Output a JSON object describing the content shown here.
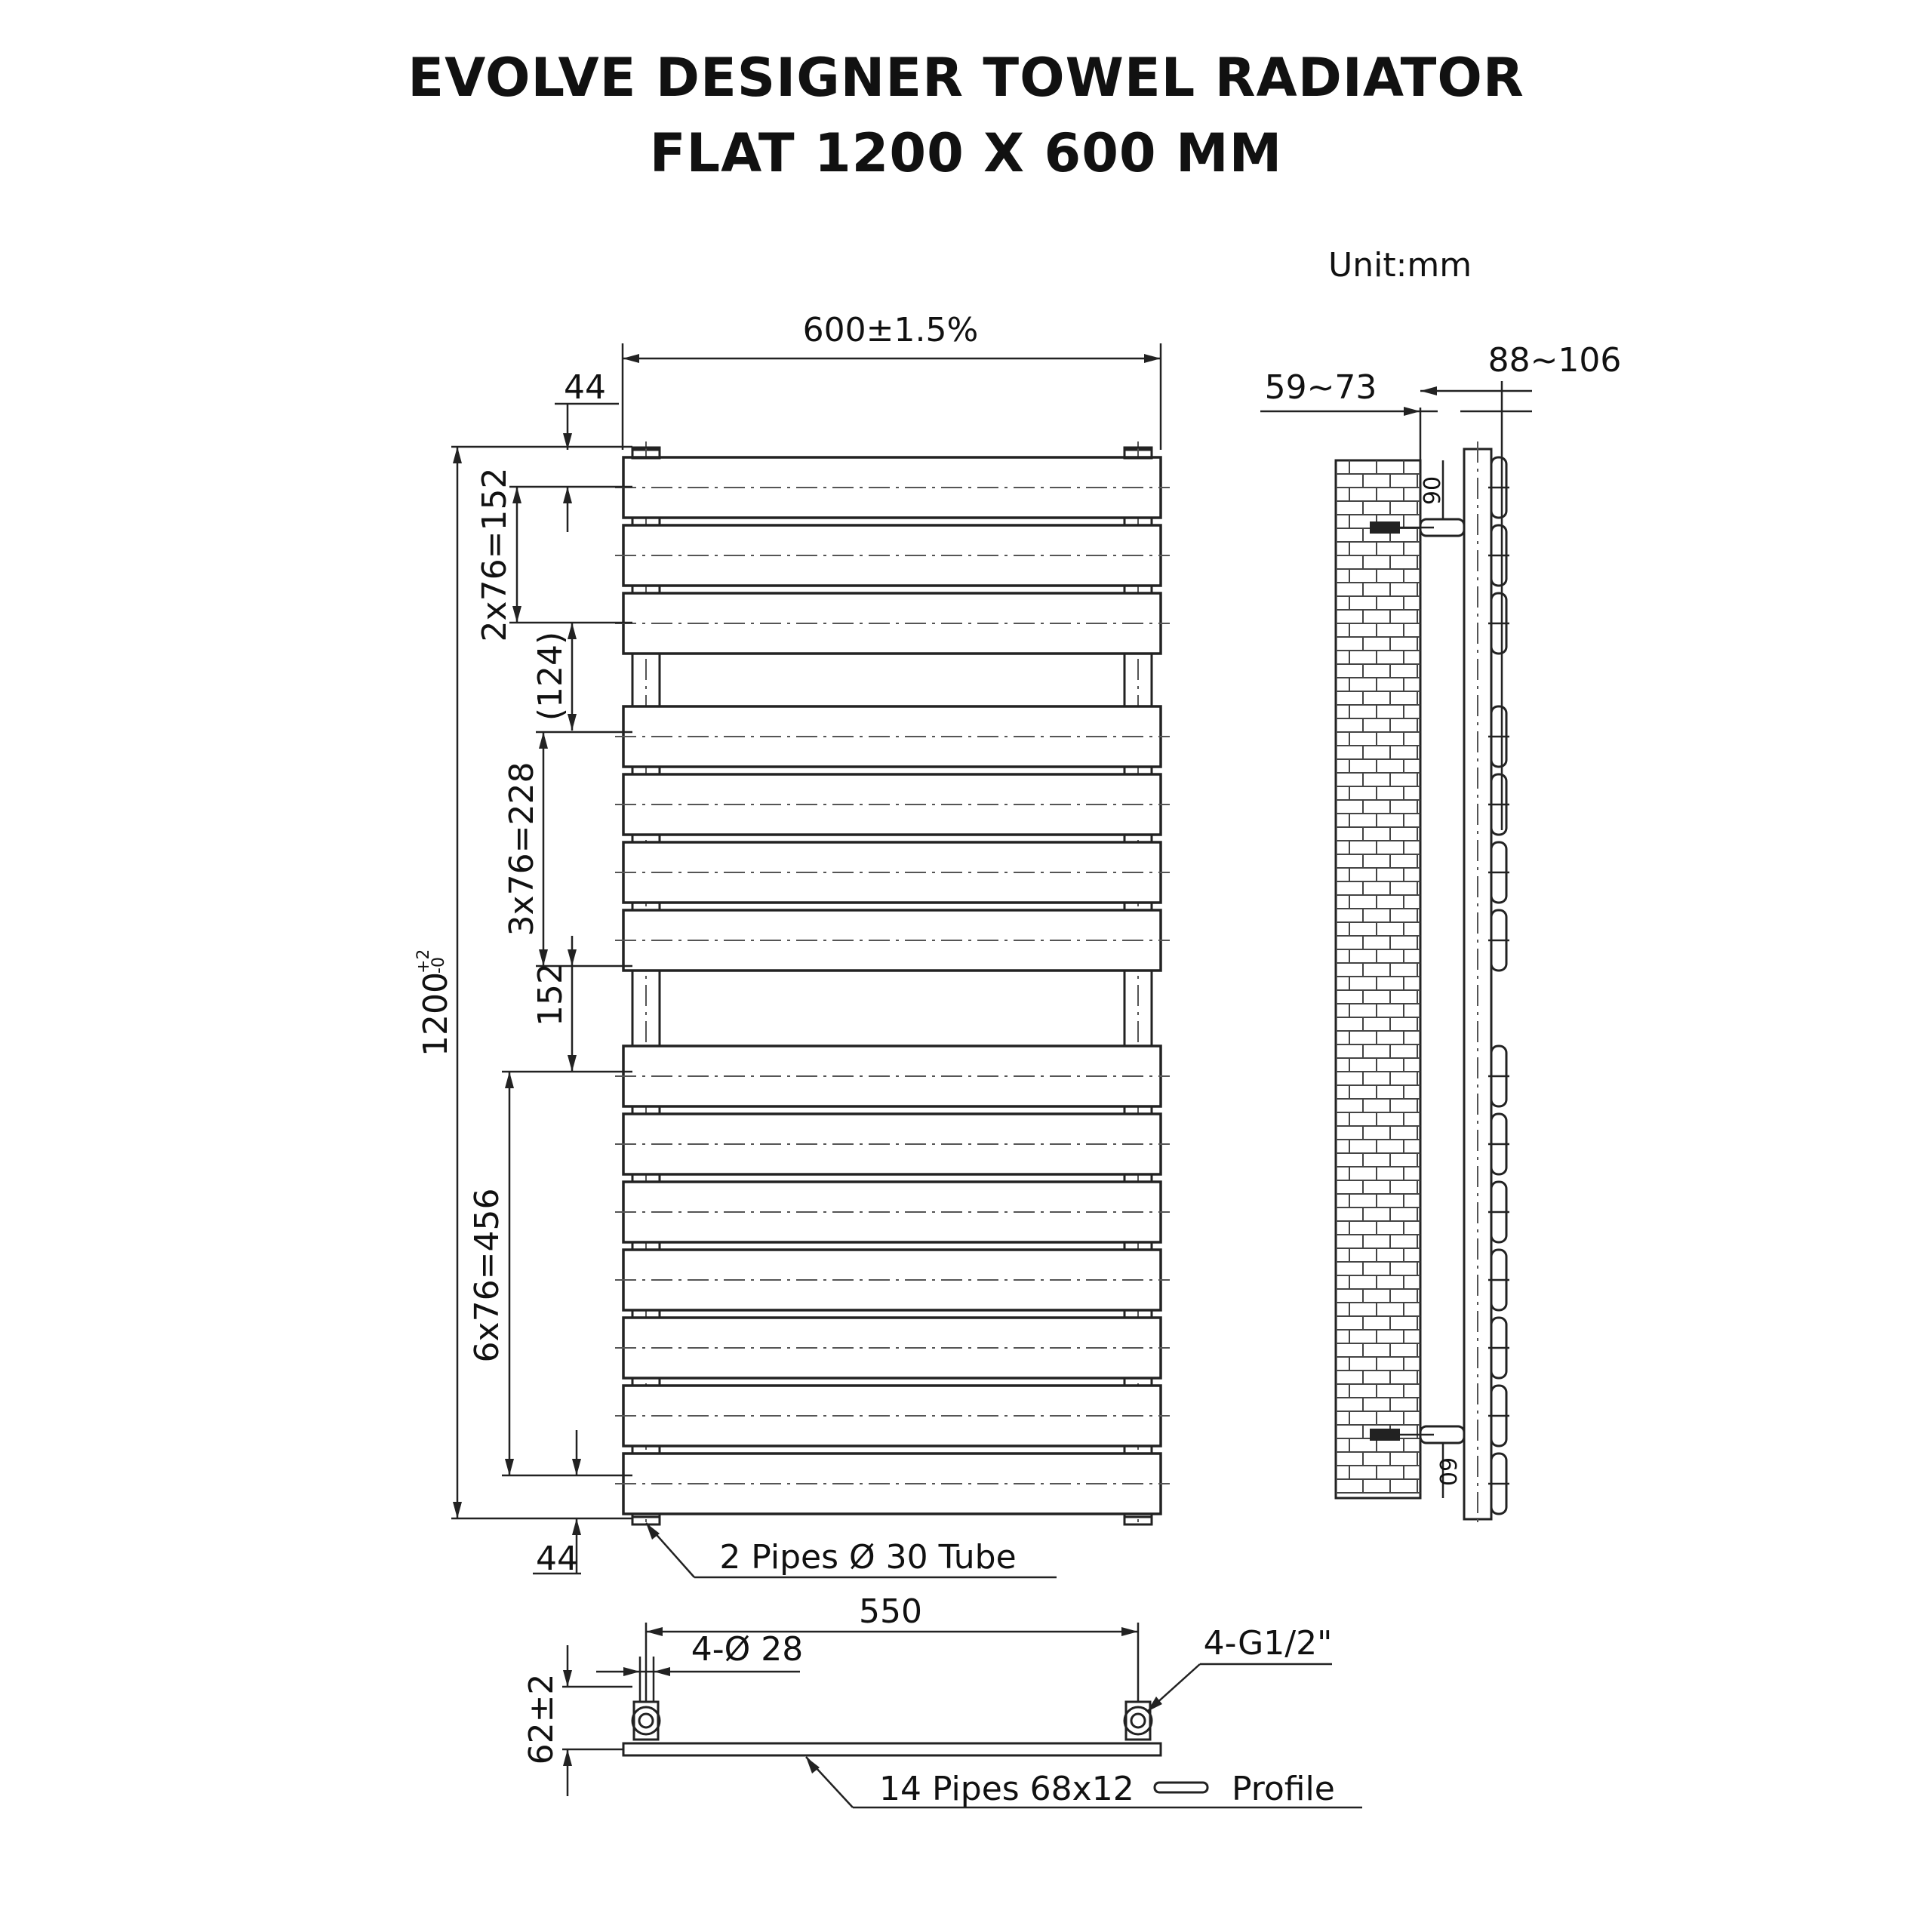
{
  "title": {
    "line1": "EVOLVE DESIGNER TOWEL RADIATOR",
    "line2": "FLAT  1200 X 600 MM"
  },
  "unit_label": "Unit:mm",
  "front_view": {
    "width_label": "600±1.5%",
    "top_offset_label": "44",
    "bottom_offset_label": "44",
    "height_label_main": "1200",
    "height_tolerance_upper": "+2",
    "height_tolerance_lower": "-0",
    "group1_label": "2x76=152",
    "gap1_label": "(124)",
    "group2_label": "3x76=228",
    "gap2_label": "152",
    "group3_label": "6x76=456",
    "pipes_label": "2 Pipes Ø 30 Tube"
  },
  "side_view": {
    "depth_label": "88~106",
    "wall_gap_label": "59~73",
    "top_fixing_label": "90",
    "bottom_fixing_label": "60"
  },
  "plan_view": {
    "centres_label": "550",
    "holes_label": "4-Ø 28",
    "thread_label": "4-G1/2\"",
    "depth_label": "62±2",
    "profile_label_prefix": "14 Pipes 68x12",
    "profile_label_suffix": "Profile"
  },
  "icons": [
    "brick-wall-icon",
    "wall-bracket-icon",
    "valve-icon",
    "profile-shape-icon"
  ]
}
